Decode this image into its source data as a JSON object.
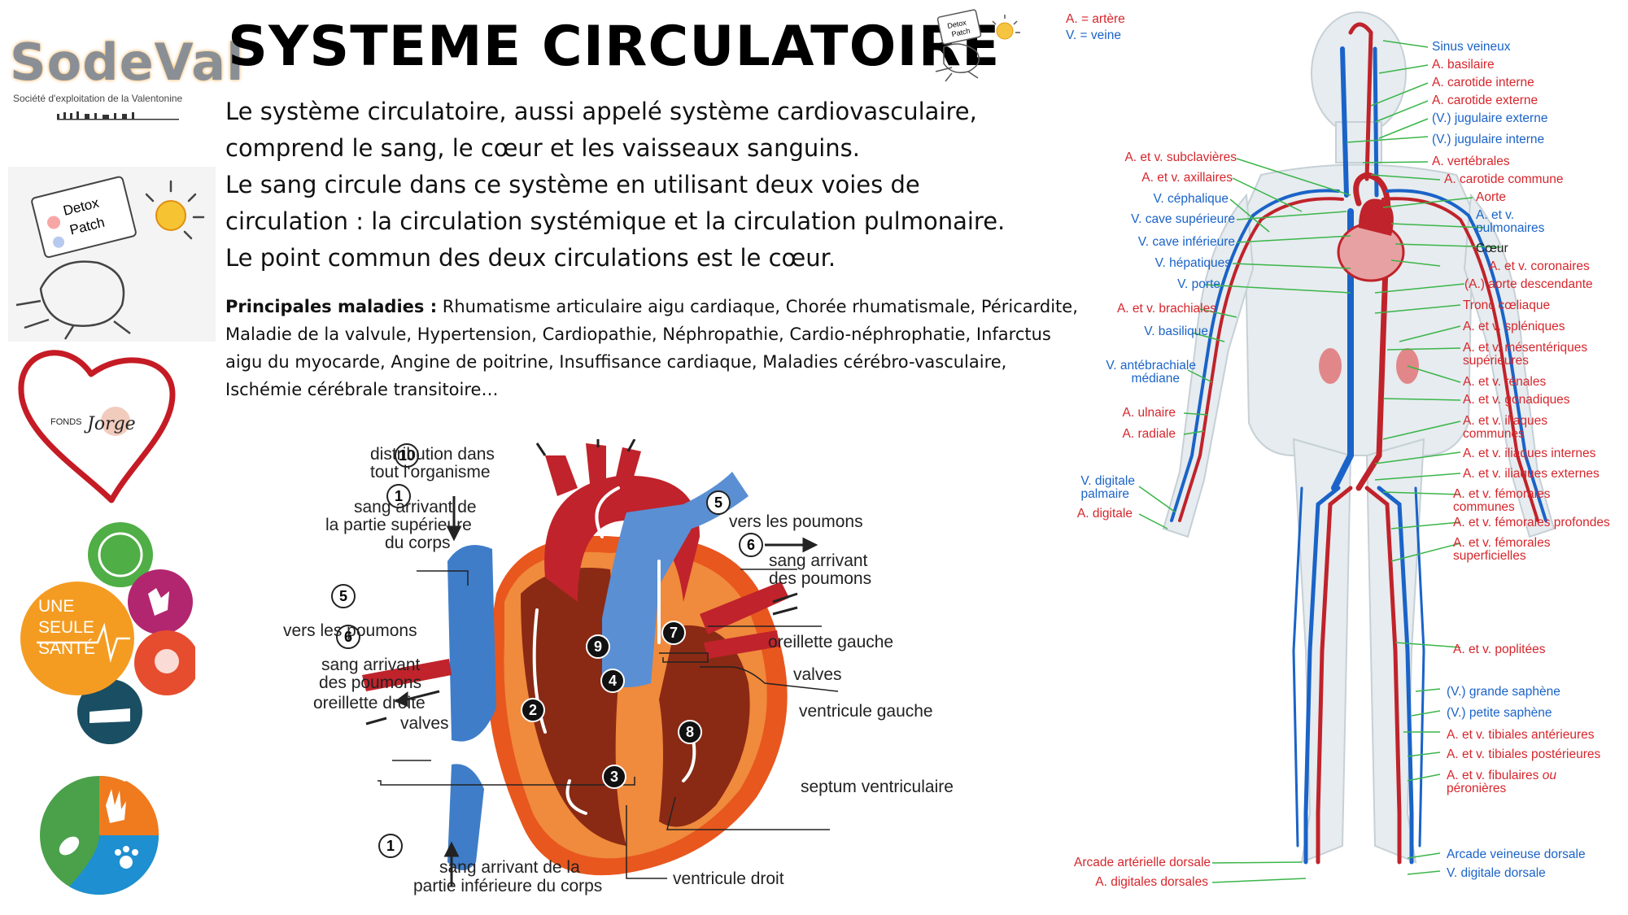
{
  "header": {
    "title": "SYSTEME CIRCULATOIRE",
    "logo_name": "SodeVal",
    "logo_subtitle": "Société d'exploitation de la Valentonine"
  },
  "intro": {
    "lines": [
      "Le système circulatoire, aussi appelé système cardiovasculaire,",
      "comprend le sang, le cœur et les vaisseaux sanguins.",
      "Le sang circule dans ce système en utilisant deux voies de",
      "circulation : la circulation systémique et la circulation pulmonaire.",
      "Le point commun des deux circulations est le cœur."
    ]
  },
  "diseases": {
    "label": "Principales maladies :",
    "text": " Rhumatisme articulaire aigu cardiaque, Chorée rhumatismale, Péricardite, Maladie de la valvule, Hypertension, Cardiopathie, Néphropathie, Cardio-néphrophatie, Infarctus aigu du myocarde, Angine de poitrine, Insuffisance cardiaque, Maladies cérébro-vasculaire, Ischémie cérébrale transitoire…"
  },
  "logos": {
    "detox": [
      "Detox",
      "Patch"
    ],
    "detox_small": [
      "Detox",
      "Patch"
    ],
    "fonds": "FONDS",
    "fonds_script": "Jorge",
    "une_seule_sante": [
      "UNE",
      "SEULE",
      "SANTÉ"
    ]
  },
  "heart": {
    "distribution_l1": "distribution dans",
    "distribution_l2": "tout l'organisme",
    "sup_l1": "sang arrivant de",
    "sup_l2": "la partie supérieure",
    "sup_l3": "du corps",
    "poumons_left": "vers les poumons",
    "sang_left_l1": "sang arrivant",
    "sang_left_l2": "des poumons",
    "oreillette_droite": "oreillette droite",
    "valves_left": "valves",
    "inf_l1": "sang arrivant de la",
    "inf_l2": "partie inférieure du corps",
    "ventricule_droit": "ventricule droit",
    "poumons_right": "vers les poumons",
    "sang_right_l1": "sang arrivant",
    "sang_right_l2": "des poumons",
    "oreillette_gauche": "oreillette gauche",
    "valves_right": "valves",
    "ventricule_gauche": "ventricule gauche",
    "septum": "septum ventriculaire",
    "numbers": [
      "1",
      "2",
      "3",
      "4",
      "5",
      "6",
      "7",
      "8",
      "9",
      "10"
    ]
  },
  "body": {
    "legend_artere": "A. = artère",
    "legend_veine": "V. = veine",
    "left": [
      {
        "text": "A. et v. subclavières",
        "color": "red"
      },
      {
        "text": "A. et v. axillaires",
        "color": "red"
      },
      {
        "text": "V. céphalique",
        "color": "blue"
      },
      {
        "text": "V. cave supérieure",
        "color": "blue"
      },
      {
        "text": "V. cave inférieure",
        "color": "blue"
      },
      {
        "text": "V. hépatiques",
        "color": "blue"
      },
      {
        "text": "V. porte",
        "color": "blue"
      },
      {
        "text": "A. et v. brachiales",
        "color": "red"
      },
      {
        "text": "V. basilique",
        "color": "blue"
      },
      {
        "text": "V. antébrachiale",
        "color": "blue"
      },
      {
        "text": "médiane",
        "color": "blue"
      },
      {
        "text": "A. ulnaire",
        "color": "red"
      },
      {
        "text": "A. radiale",
        "color": "red"
      },
      {
        "text": "V. digitale",
        "color": "blue"
      },
      {
        "text": "palmaire",
        "color": "blue"
      },
      {
        "text": "A. digitale",
        "color": "red"
      },
      {
        "text": "Arcade artérielle dorsale",
        "color": "red"
      },
      {
        "text": "A. digitales dorsales",
        "color": "red"
      }
    ],
    "right": [
      {
        "text": "Sinus veineux",
        "color": "blue"
      },
      {
        "text": "A. basilaire",
        "color": "red"
      },
      {
        "text": "A. carotide interne",
        "color": "red"
      },
      {
        "text": "A. carotide externe",
        "color": "red"
      },
      {
        "text": "(V.) jugulaire externe",
        "color": "blue"
      },
      {
        "text": "(V.) jugulaire interne",
        "color": "blue"
      },
      {
        "text": "A. vertébrales",
        "color": "red"
      },
      {
        "text": "A. carotide commune",
        "color": "red"
      },
      {
        "text": "Aorte",
        "color": "red"
      },
      {
        "text": "A. et v.",
        "color": "blue"
      },
      {
        "text": "pulmonaires",
        "color": "blue"
      },
      {
        "text": "Cœur",
        "color": "black"
      },
      {
        "text": "A. et v. coronaires",
        "color": "red"
      },
      {
        "text": "(A.) aorte descendante",
        "color": "red"
      },
      {
        "text": "Tronc cœliaque",
        "color": "red"
      },
      {
        "text": "A. et v. spléniques",
        "color": "red"
      },
      {
        "text": "A. et v. mésentériques",
        "color": "red"
      },
      {
        "text": "supérieures",
        "color": "red"
      },
      {
        "text": "A. et v. rénales",
        "color": "red"
      },
      {
        "text": "A. et v. gonadiques",
        "color": "red"
      },
      {
        "text": "A. et v. iliaques",
        "color": "red"
      },
      {
        "text": "communes",
        "color": "red"
      },
      {
        "text": "A. et v. iliaques internes",
        "color": "red"
      },
      {
        "text": "A. et v. iliaques externes",
        "color": "red"
      },
      {
        "text": "A. et v. fémorales",
        "color": "red"
      },
      {
        "text": "communes",
        "color": "red"
      },
      {
        "text": "A. et v. fémorales profondes",
        "color": "red"
      },
      {
        "text": "A. et v. fémorales",
        "color": "red"
      },
      {
        "text": "superficielles",
        "color": "red"
      },
      {
        "text": "A. et v. poplitées",
        "color": "red"
      },
      {
        "text": "(V.) grande saphène",
        "color": "blue"
      },
      {
        "text": "(V.) petite saphène",
        "color": "blue"
      },
      {
        "text": "A. et v. tibiales antérieures",
        "color": "red"
      },
      {
        "text": "A. et v. tibiales postérieures",
        "color": "red"
      },
      {
        "text": "A. et v. fibulaires",
        "color": "red"
      },
      {
        "text": "ou",
        "color": "red"
      },
      {
        "text": "péronières",
        "color": "red"
      },
      {
        "text": "Arcade veineuse dorsale",
        "color": "blue"
      },
      {
        "text": "V. digitale dorsale",
        "color": "blue"
      }
    ]
  }
}
